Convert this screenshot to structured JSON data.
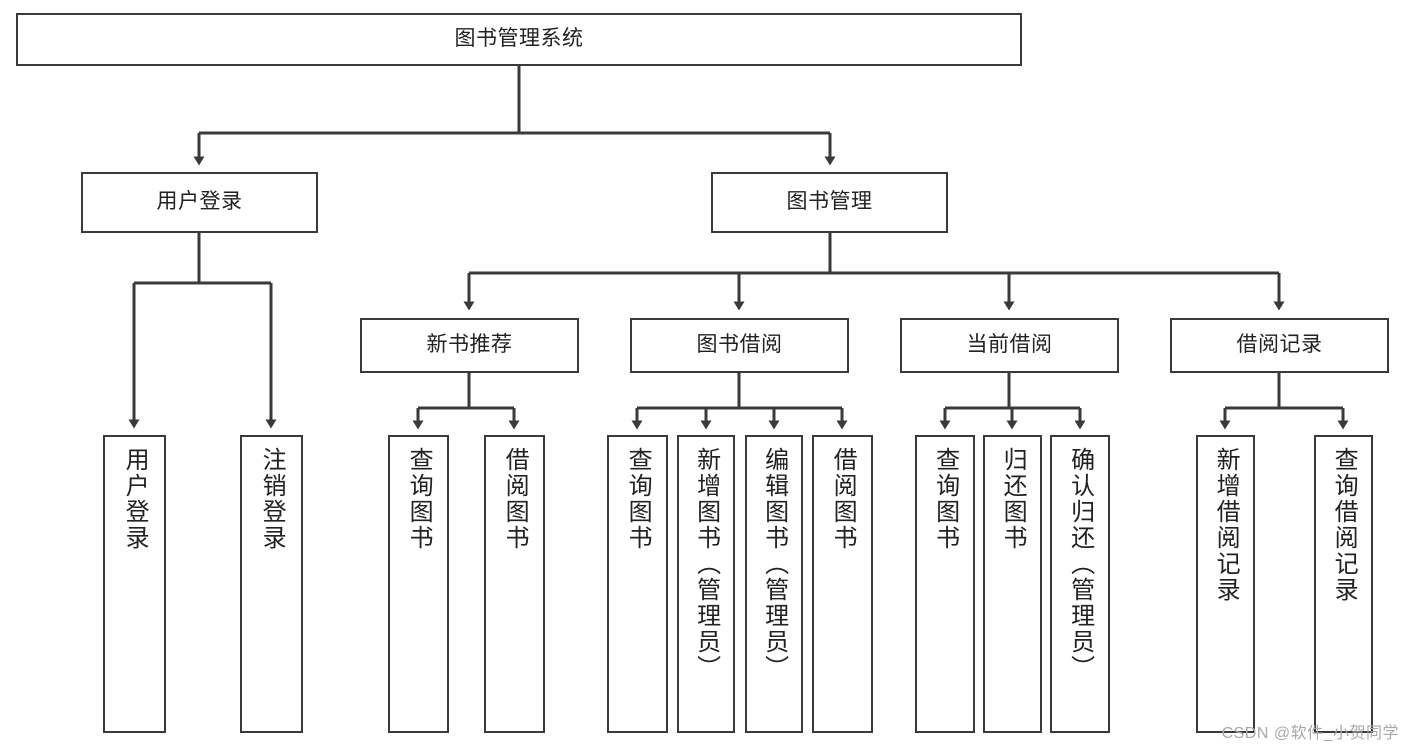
{
  "diagram": {
    "title": "图书管理系统",
    "type": "tree",
    "style": {
      "background": "#ffffff",
      "box_border": "#3a3a3a",
      "box_fill": "#ffffff",
      "text": "#222222",
      "edge": "#3a3a3a",
      "watermark_color": "#a8a8a8"
    },
    "nodes": {
      "root": {
        "label": "图书管理系统",
        "level": 0
      },
      "user_login": {
        "label": "用户登录",
        "level": 1
      },
      "book_mgmt": {
        "label": "图书管理",
        "level": 1
      },
      "new_book_rec": {
        "label": "新书推荐",
        "level": 2
      },
      "book_borrow": {
        "label": "图书借阅",
        "level": 2
      },
      "current_borrow": {
        "label": "当前借阅",
        "level": 2
      },
      "borrow_record": {
        "label": "借阅记录",
        "level": 2
      },
      "leaf_user_login": {
        "label": "用户登录",
        "level": 3
      },
      "leaf_logout": {
        "label": "注销登录",
        "level": 3
      },
      "leaf_query_book_1": {
        "label": "查询图书",
        "level": 3
      },
      "leaf_borrow_book_1": {
        "label": "借阅图书",
        "level": 3
      },
      "leaf_query_book_2": {
        "label": "查询图书",
        "level": 3
      },
      "leaf_add_book": {
        "label": "新增图书（管理员）",
        "level": 3
      },
      "leaf_edit_book": {
        "label": "编辑图书（管理员）",
        "level": 3
      },
      "leaf_borrow_book_2": {
        "label": "借阅图书",
        "level": 3
      },
      "leaf_query_book_3": {
        "label": "查询图书",
        "level": 3
      },
      "leaf_return_book": {
        "label": "归还图书",
        "level": 3
      },
      "leaf_confirm_return": {
        "label": "确认归还（管理员）",
        "level": 3
      },
      "leaf_add_record": {
        "label": "新增借阅记录",
        "level": 3
      },
      "leaf_query_record": {
        "label": "查询借阅记录",
        "level": 3
      }
    },
    "edges": [
      {
        "from": "root",
        "to": "user_login"
      },
      {
        "from": "root",
        "to": "book_mgmt"
      },
      {
        "from": "user_login",
        "to": "leaf_user_login"
      },
      {
        "from": "user_login",
        "to": "leaf_logout"
      },
      {
        "from": "book_mgmt",
        "to": "new_book_rec"
      },
      {
        "from": "book_mgmt",
        "to": "book_borrow"
      },
      {
        "from": "book_mgmt",
        "to": "current_borrow"
      },
      {
        "from": "book_mgmt",
        "to": "borrow_record"
      },
      {
        "from": "new_book_rec",
        "to": "leaf_query_book_1"
      },
      {
        "from": "new_book_rec",
        "to": "leaf_borrow_book_1"
      },
      {
        "from": "book_borrow",
        "to": "leaf_query_book_2"
      },
      {
        "from": "book_borrow",
        "to": "leaf_add_book"
      },
      {
        "from": "book_borrow",
        "to": "leaf_edit_book"
      },
      {
        "from": "book_borrow",
        "to": "leaf_borrow_book_2"
      },
      {
        "from": "current_borrow",
        "to": "leaf_query_book_3"
      },
      {
        "from": "current_borrow",
        "to": "leaf_return_book"
      },
      {
        "from": "current_borrow",
        "to": "leaf_confirm_return"
      },
      {
        "from": "borrow_record",
        "to": "leaf_add_record"
      },
      {
        "from": "borrow_record",
        "to": "leaf_query_record"
      }
    ]
  },
  "watermark": {
    "text": "CSDN @软件_小贺同学"
  }
}
